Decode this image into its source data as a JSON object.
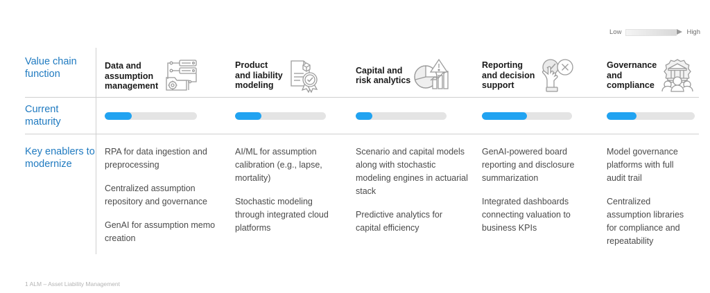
{
  "legend": {
    "low_label": "Low",
    "high_label": "High",
    "gradient_from": "#f4f4f4",
    "gradient_to": "#d8d8d8"
  },
  "colors": {
    "row_label": "#1f7ac0",
    "bar_fill": "#21a3f1",
    "bar_track": "#e4e4e4",
    "rule": "#cfcfcf",
    "body_text": "#4a4a4a",
    "header_text": "#1a1a1a"
  },
  "rows": {
    "function_label": "Value chain\nfunction",
    "maturity_label": "Current\nmaturity",
    "enablers_label": "Key\nenablers to\nmodernize"
  },
  "columns": [
    {
      "title": "Data and\nassumption\nmanagement",
      "icon": "server-folder-gear-icon",
      "maturity_percent": 29,
      "enablers": [
        "RPA for data ingestion and preprocessing",
        "Centralized assumption repository and governance",
        "GenAI for assumption memo creation"
      ]
    },
    {
      "title": "Product\nand liability\nmodeling",
      "icon": "document-certificate-icon",
      "maturity_percent": 29,
      "enablers": [
        "AI/ML for assumption calibration (e.g., lapse, mortality)",
        "Stochastic modeling through integrated cloud platforms"
      ]
    },
    {
      "title": "Capital and\nrisk analytics",
      "icon": "pie-bar-chart-warning-icon",
      "maturity_percent": 18,
      "enablers": [
        "Scenario and capital models along with stochastic modeling engines in actuarial stack",
        "Predictive analytics for capital efficiency"
      ]
    },
    {
      "title": "Reporting\nand decision\nsupport",
      "icon": "approve-reject-hand-icon",
      "maturity_percent": 50,
      "enablers": [
        "GenAI-powered board reporting and disclosure summarization",
        "Integrated dashboards connecting valuation to business KPIs"
      ]
    },
    {
      "title": "Governance\nand compliance",
      "icon": "institution-gear-people-icon",
      "maturity_percent": 34,
      "enablers": [
        "Model governance platforms with full audit trail",
        "Centralized assumption libraries for compliance and repeatability"
      ]
    }
  ],
  "footnote": "1 ALM – Asset Liability Management"
}
